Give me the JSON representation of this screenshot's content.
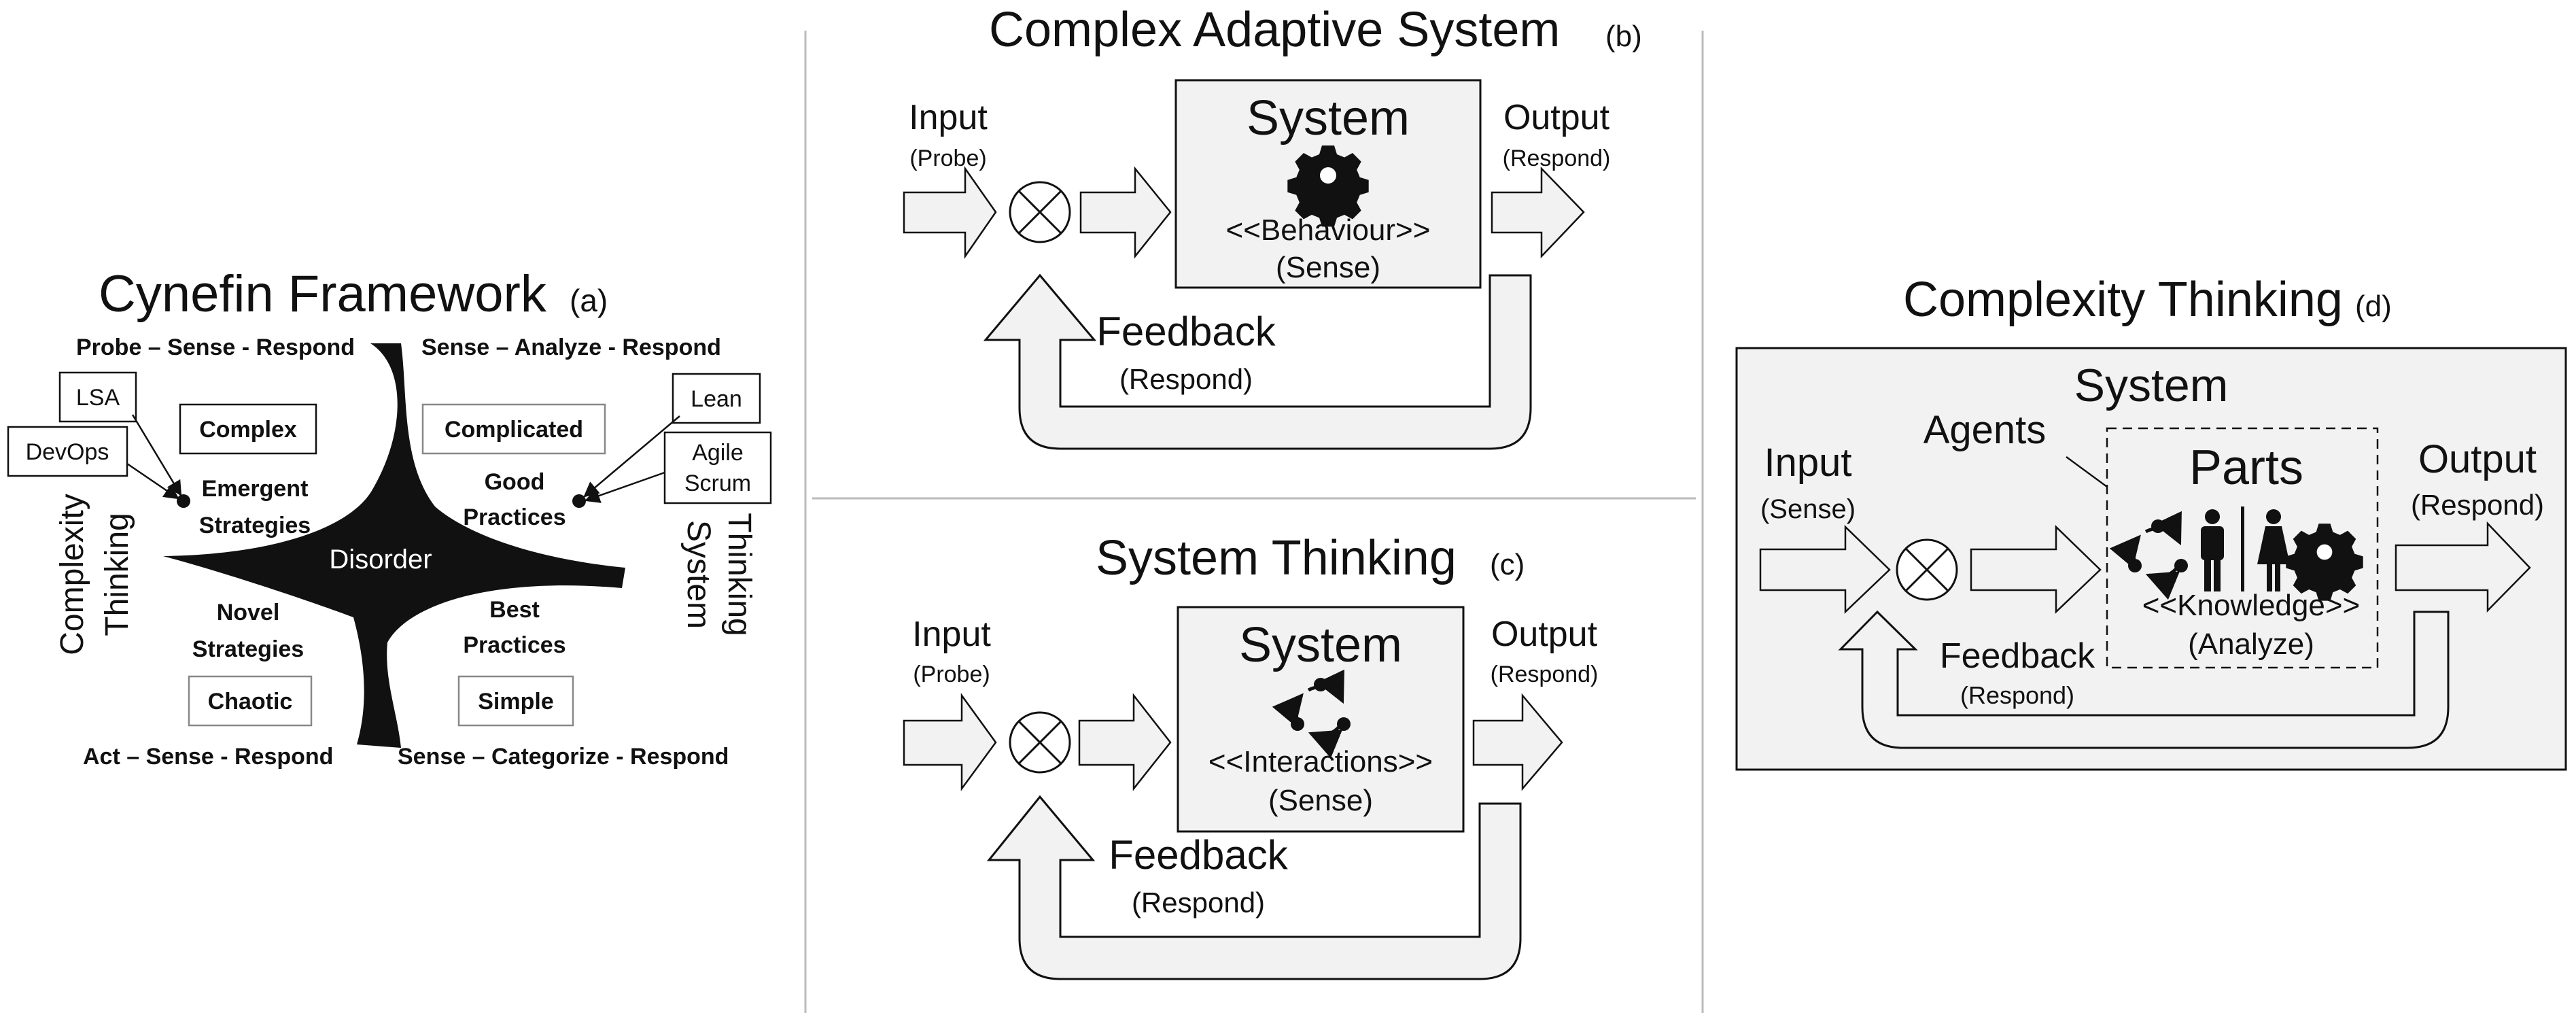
{
  "cynefin": {
    "title": "Cynefin Framework",
    "tag": "(a)",
    "probe_sense_respond": "Probe – Sense - Respond",
    "sense_analyze_respond": "Sense – Analyze - Respond",
    "act_sense_respond": "Act – Sense - Respond",
    "sense_categorize_respond": "Sense – Categorize - Respond",
    "complex": "Complex",
    "complicated": "Complicated",
    "chaotic": "Chaotic",
    "simple": "Simple",
    "disorder": "Disorder",
    "emergent_1": "Emergent",
    "emergent_2": "Strategies",
    "good_1": "Good",
    "good_2": "Practices",
    "novel_1": "Novel",
    "novel_2": "Strategies",
    "best_1": "Best",
    "best_2": "Practices",
    "lsa": "LSA",
    "devops": "DevOps",
    "lean": "Lean",
    "agile_1": "Agile",
    "agile_2": "Scrum",
    "complexity_1": "Complexity",
    "complexity_2": "Thinking",
    "system_1": "System",
    "system_2": "Thinking"
  },
  "cas": {
    "title": "Complex Adaptive System",
    "tag": "(b)",
    "input": "Input",
    "probe": "(Probe)",
    "output": "Output",
    "respond": "(Respond)",
    "system": "System",
    "behaviour": "<<Behaviour>>",
    "sense": "(Sense)",
    "feedback": "Feedback",
    "feedback_respond": "(Respond)"
  },
  "st": {
    "title": "System Thinking",
    "tag": "(c)",
    "input": "Input",
    "probe": "(Probe)",
    "output": "Output",
    "respond": "(Respond)",
    "system": "System",
    "interactions": "<<Interactions>>",
    "sense": "(Sense)",
    "feedback": "Feedback",
    "feedback_respond": "(Respond)"
  },
  "ct": {
    "title": "Complexity Thinking",
    "tag": "(d)",
    "system": "System",
    "agents": "Agents",
    "parts": "Parts",
    "input": "Input",
    "sense": "(Sense)",
    "output": "Output",
    "respond": "(Respond)",
    "knowledge": "<<Knowledge>>",
    "analyze": "(Analyze)",
    "feedback": "Feedback",
    "feedback_respond": "(Respond)"
  },
  "colors": {
    "ink": "#111111",
    "panel_fill": "#f2f2f2",
    "divider": "#bbbbbb"
  },
  "icons": [
    "gear-icon",
    "cycle-icon",
    "man-icon",
    "woman-icon",
    "summation-junction-icon",
    "arrow-icon"
  ]
}
